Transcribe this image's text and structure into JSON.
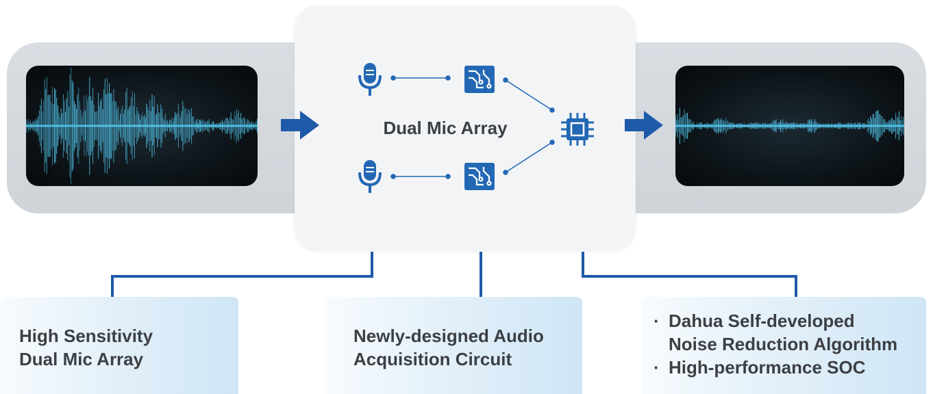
{
  "center": {
    "label": "Dual Mic Array"
  },
  "features": [
    {
      "lines": [
        "High Sensitivity",
        "Dual Mic Array"
      ]
    },
    {
      "lines": [
        "Newly-designed Audio",
        "Acquisition Circuit"
      ]
    },
    {
      "bullets": [
        {
          "lines": [
            "Dahua Self-developed",
            "Noise Reduction Algorithm"
          ]
        },
        {
          "lines": [
            "High-performance SOC"
          ]
        }
      ]
    }
  ],
  "colors": {
    "accent": "#1e5aa8",
    "icon": "#2368b4",
    "waveform": "#53c6ec",
    "text": "#3c3f44"
  },
  "icons": [
    "microphone-icon",
    "circuit-board-icon",
    "chip-icon",
    "arrow-right-icon"
  ]
}
